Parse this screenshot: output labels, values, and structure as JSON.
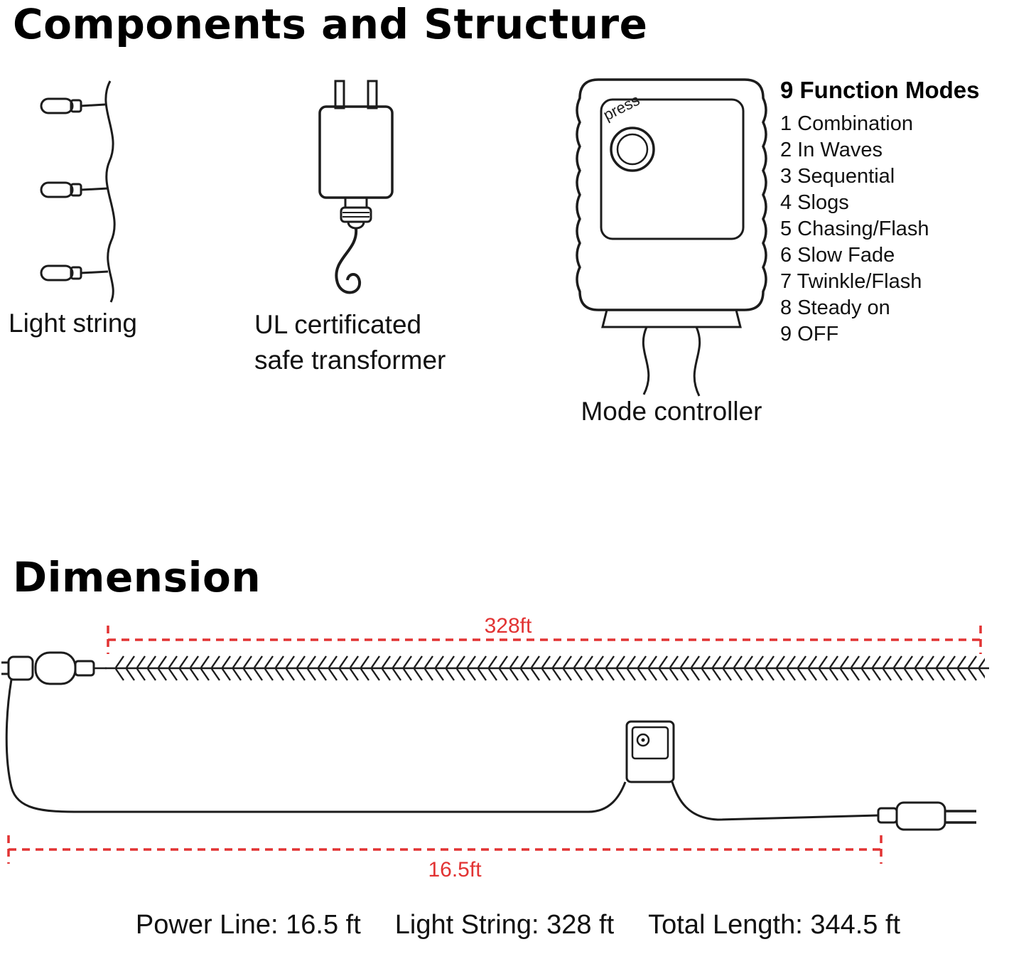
{
  "colors": {
    "accent": "#e23333",
    "ink": "#1a1a1a"
  },
  "headings": {
    "components": "Components and Structure",
    "dimension": "Dimension"
  },
  "components": {
    "light_string": {
      "label": "Light string"
    },
    "transformer": {
      "label_line1": "UL certificated",
      "label_line2": "safe transformer"
    },
    "controller": {
      "label": "Mode controller",
      "button": "press"
    },
    "modes": {
      "title": "9 Function Modes",
      "items": [
        "1 Combination",
        "2 In Waves",
        "3 Sequential",
        "4 Slogs",
        "5 Chasing/Flash",
        "6 Slow Fade",
        "7 Twinkle/Flash",
        "8 Steady on",
        "9 OFF"
      ]
    }
  },
  "dimension_diagram": {
    "light_string_length": "328ft",
    "power_line_length": "16.5ft"
  },
  "summary": {
    "power_line": "Power Line: 16.5 ft",
    "light_string": "Light String: 328 ft",
    "total_length": "Total Length: 344.5 ft"
  }
}
